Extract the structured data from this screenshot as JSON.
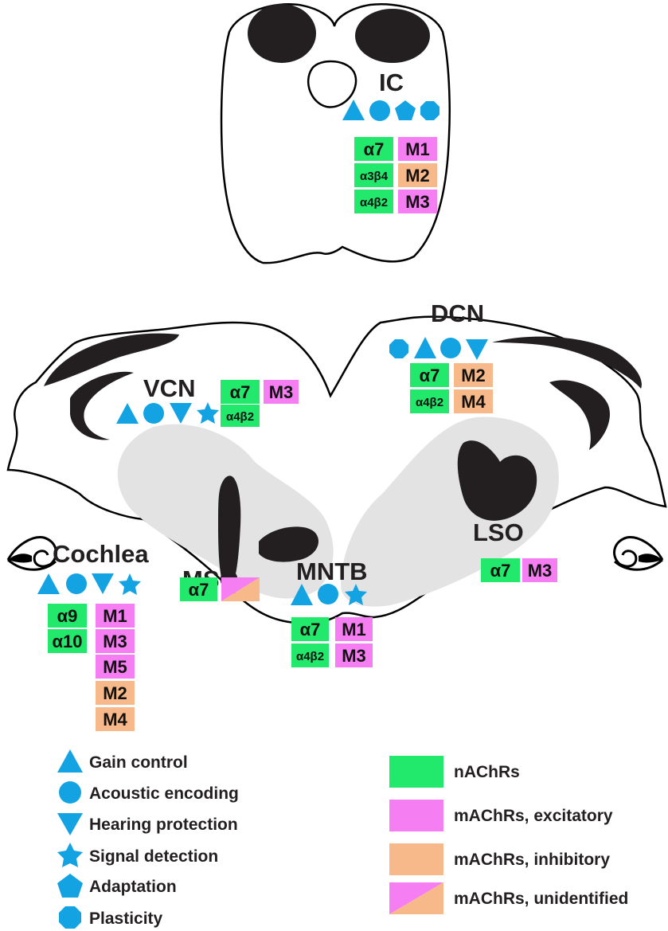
{
  "regions": {
    "ic": "IC",
    "dcn": "DCN",
    "vcn": "VCN",
    "lso": "LSO",
    "mso": "MSO",
    "mntb": "MNTB",
    "cochlea": "Cochlea"
  },
  "receptors": {
    "ic": {
      "n": [
        "α7",
        "α3β4",
        "α4β2"
      ],
      "m": [
        "M1",
        "M2",
        "M3"
      ]
    },
    "dcn": {
      "n": [
        "α7",
        "α4β2"
      ],
      "m": [
        "M2",
        "M4"
      ]
    },
    "vcn": {
      "n": [
        "α7",
        "α4β2"
      ],
      "m": [
        "M3"
      ]
    },
    "lso": {
      "n": [
        "α7"
      ],
      "m": [
        "M3"
      ]
    },
    "mso": {
      "n": [
        "α7"
      ]
    },
    "mntb": {
      "n": [
        "α7",
        "α4β2"
      ],
      "m": [
        "M1",
        "M3"
      ]
    },
    "cochlea": {
      "n": [
        "α9",
        "α10"
      ],
      "m": [
        "M1",
        "M3",
        "M5",
        "M2",
        "M4"
      ]
    }
  },
  "function_legend": [
    {
      "symbol": "triangle-icon",
      "label": "Gain control"
    },
    {
      "symbol": "circle-icon",
      "label": "Acoustic encoding"
    },
    {
      "symbol": "inverted-triangle-icon",
      "label": "Hearing protection"
    },
    {
      "symbol": "star-icon",
      "label": "Signal detection"
    },
    {
      "symbol": "pentagon-icon",
      "label": "Adaptation"
    },
    {
      "symbol": "octagon-icon",
      "label": "Plasticity"
    }
  ],
  "receptor_legend": [
    {
      "type": "nicotinic",
      "label": "nAChRs"
    },
    {
      "type": "excitatory",
      "label": "mAChRs, excitatory"
    },
    {
      "type": "inhibitory",
      "label": "mAChRs, inhibitory"
    },
    {
      "type": "unidentified",
      "label": "mAChRs, unidentified"
    }
  ],
  "colors": {
    "nicotinic": "#22e86b",
    "excitatory": "#f57ff2",
    "inhibitory": "#f8b98a",
    "symbol": "#13a3e2",
    "outline": "#000000",
    "nucleus_fill": "#231f20",
    "shaded_area": "#e3e3e3"
  }
}
